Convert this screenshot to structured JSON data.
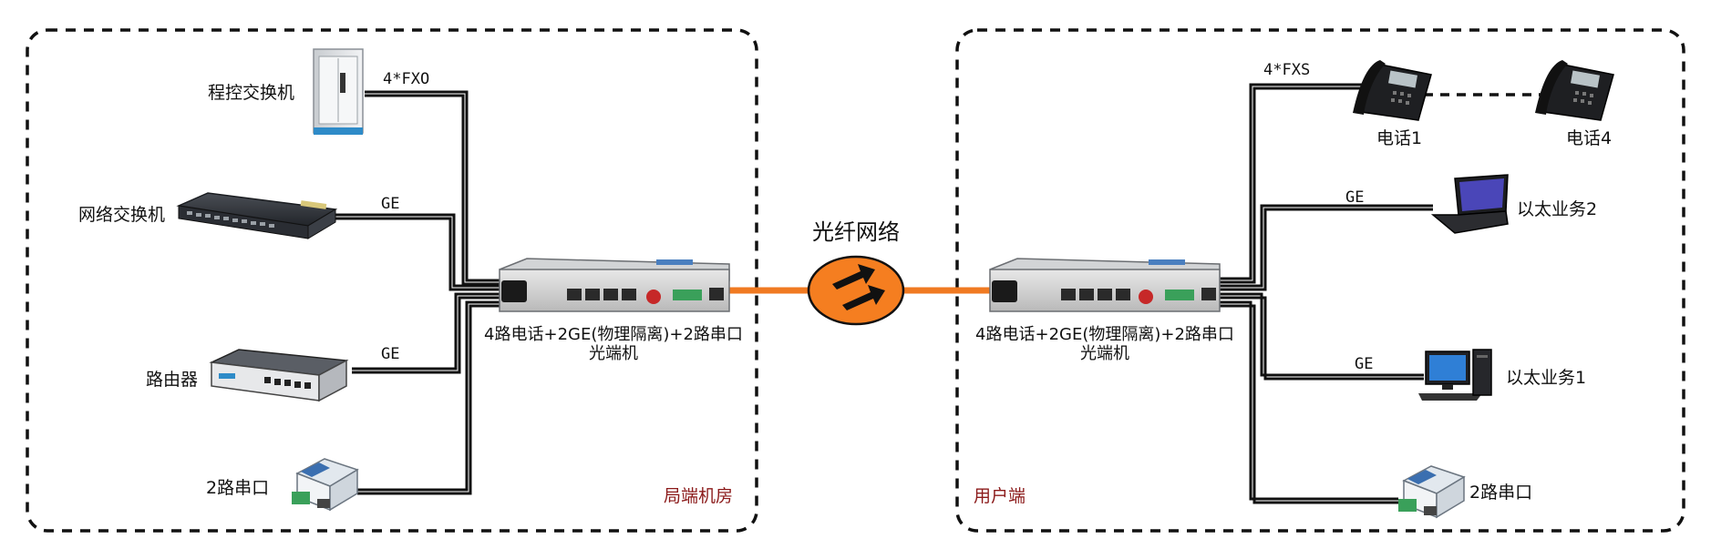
{
  "network_label": "光纤网络",
  "left": {
    "zone_label": "局端机房",
    "devices": {
      "pbx": "程控交换机",
      "switch": "网络交换机",
      "router": "路由器",
      "serial": "2路串口"
    },
    "ports": {
      "fxo": "4*FXO",
      "ge1": "GE",
      "ge2": "GE"
    },
    "transceiver_line1": "4路电话+2GE(物理隔离)+2路串口",
    "transceiver_line2": "光端机"
  },
  "right": {
    "zone_label": "用户端",
    "devices": {
      "phone1": "电话1",
      "phone4": "电话4",
      "ethernet2": "以太业务2",
      "ethernet1": "以太业务1",
      "serial": "2路串口"
    },
    "ports": {
      "fxs": "4*FXS",
      "ge1": "GE",
      "ge2": "GE"
    },
    "transceiver_line1": "4路电话+2GE(物理隔离)+2路串口",
    "transceiver_line2": "光端机"
  },
  "colors": {
    "fiber": "#f07a22",
    "cloud": "#f57e20",
    "zone_text": "#8b1a1a",
    "border": "#111111"
  }
}
